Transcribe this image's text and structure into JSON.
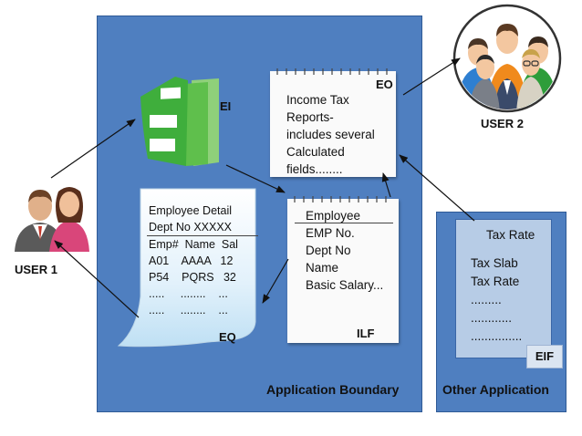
{
  "users": {
    "user1_label": "USER 1",
    "user2_label": "USER 2"
  },
  "boundary": {
    "application_label": "Application Boundary",
    "other_application_label": "Other Application"
  },
  "ei": {
    "label": "EI"
  },
  "eo": {
    "label": "EO",
    "lines": [
      "Income Tax",
      "Reports-",
      "includes several",
      "Calculated",
      "fields........"
    ]
  },
  "eq": {
    "label": "EQ",
    "lines": [
      "Employee Detail",
      "Dept No XXXXX",
      "Emp#  Name  Sal",
      "A01    AAAA   12",
      "P54    PQRS   32",
      ".....     ........    ...",
      ".....     ........    ..."
    ]
  },
  "ilf": {
    "label": "ILF",
    "lines": [
      "Employee",
      "EMP No.",
      "Dept No",
      "Name",
      "Basic Salary..."
    ]
  },
  "eif": {
    "label": "EIF",
    "title": "Tax Rate",
    "lines": [
      "Tax Slab",
      "Tax Rate",
      ".........",
      "............",
      "..............."
    ]
  },
  "colors": {
    "boundary_fill": "#4f7fc0",
    "eif_fill": "#b7cce6",
    "ei_green": "#3fae3c",
    "eq_paper": "#d6ecf8"
  }
}
